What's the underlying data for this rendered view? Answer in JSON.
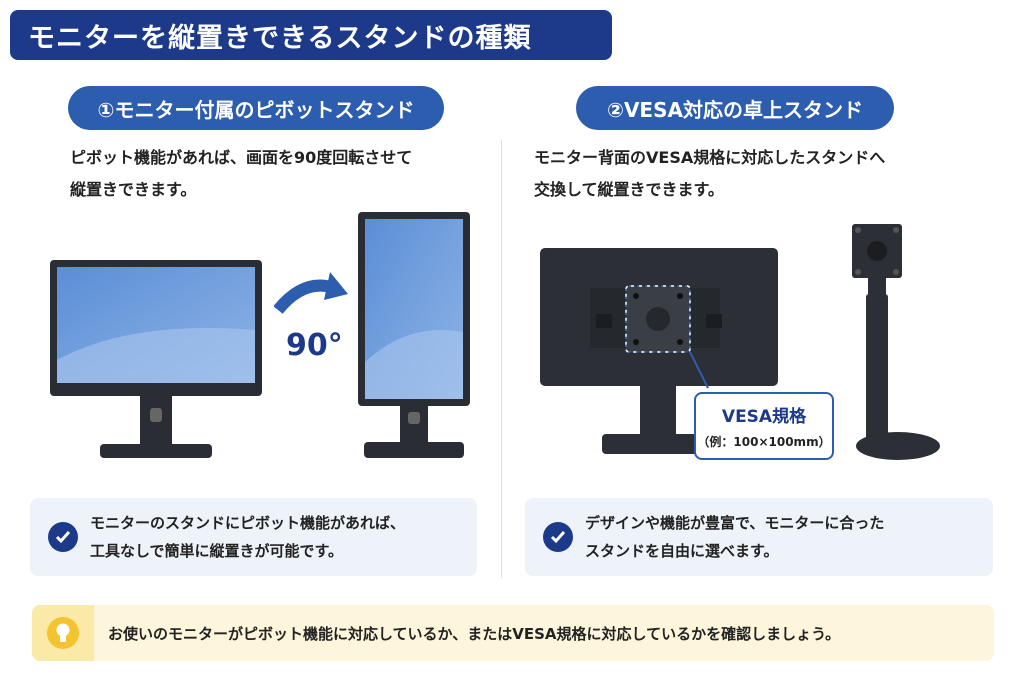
{
  "title": "モニターを縦置きできるスタンドの種類",
  "left": {
    "heading": "①モニター付属のピボットスタンド",
    "desc_line1": "ピボット機能があれば、画面を90度回転させて",
    "desc_line2": "縦置きできます。",
    "rotation_label": "90°",
    "check_line1": "モニターのスタンドにピボット機能があれば、",
    "check_line2": "工具なしで簡単に縦置きが可能です。"
  },
  "right": {
    "heading": "②VESA対応の卓上スタンド",
    "desc_line1": "モニター背面のVESA規格に対応したスタンドへ",
    "desc_line2": "交換して縦置きできます。",
    "callout_title": "VESA規格",
    "callout_sub": "（例：100×100mm）",
    "check_line1": "デザインや機能が豊富で、モニターに合った",
    "check_line2": "スタンドを自由に選べます。"
  },
  "tip": "お使いのモニターがピボット機能に対応しているか、またはVESA規格に対応しているかを確認しましょう。",
  "icons": {
    "check": "check-circle-icon",
    "tip": "lightbulb-icon",
    "rotate": "curved-arrow-icon"
  },
  "colors": {
    "navy": "#1d3a8a",
    "blue": "#2d5dae",
    "screen": "#6f9bd8",
    "panel": "#eef2f9",
    "tip_bg": "#fdf6dc"
  }
}
